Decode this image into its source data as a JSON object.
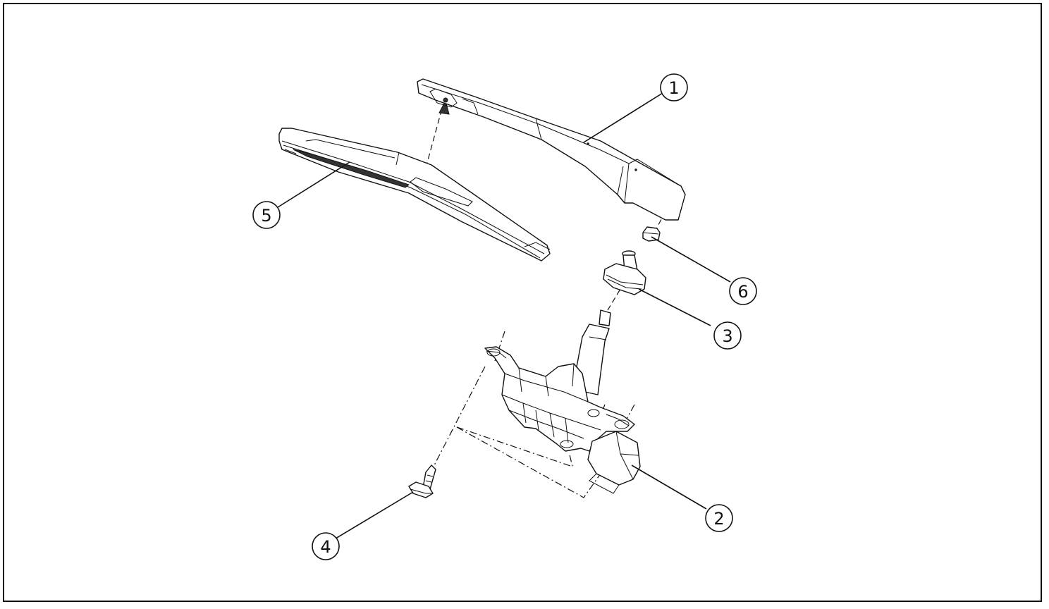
{
  "callouts": [
    {
      "id": "1",
      "label": "1",
      "part": "wiper-arm"
    },
    {
      "id": "2",
      "label": "2",
      "part": "wiper-motor"
    },
    {
      "id": "3",
      "label": "3",
      "part": "grommet"
    },
    {
      "id": "4",
      "label": "4",
      "part": "bolt"
    },
    {
      "id": "5",
      "label": "5",
      "part": "wiper-blade"
    },
    {
      "id": "6",
      "label": "6",
      "part": "nut"
    }
  ],
  "colors": {
    "line": "#111111",
    "background": "#ffffff"
  }
}
